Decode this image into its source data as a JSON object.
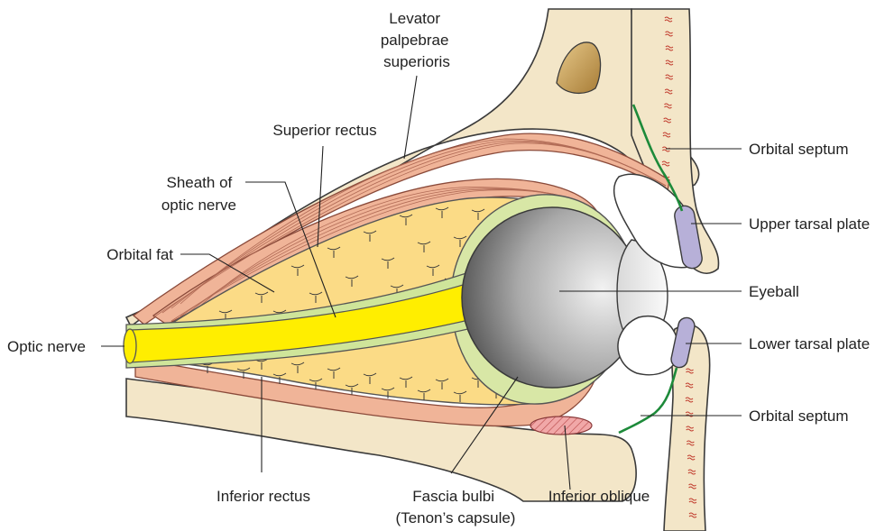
{
  "labels": {
    "levator": [
      "Levator",
      "palpebrae",
      "superioris"
    ],
    "superior_rectus": "Superior rectus",
    "sheath": [
      "Sheath of",
      "optic nerve"
    ],
    "orbital_fat": "Orbital fat",
    "optic_nerve": "Optic nerve",
    "inferior_rectus": "Inferior rectus",
    "fascia_bulbi": [
      "Fascia bulbi",
      "(Tenon’s capsule)"
    ],
    "inferior_oblique": "Inferior oblique",
    "orbital_septum_upper": "Orbital septum",
    "upper_tarsal_plate": "Upper tarsal plate",
    "eyeball": "Eyeball",
    "lower_tarsal_plate": "Lower tarsal plate",
    "orbital_septum_lower": "Orbital septum"
  },
  "colors": {
    "bone": "#f3e6c8",
    "muscle": "#f0b498",
    "fat": "#fbdb86",
    "fascia": "#d8e7a6",
    "optic_nerve": "#ffee00",
    "septum": "#1d8a3a",
    "tarsal": "#b7b0d8"
  }
}
